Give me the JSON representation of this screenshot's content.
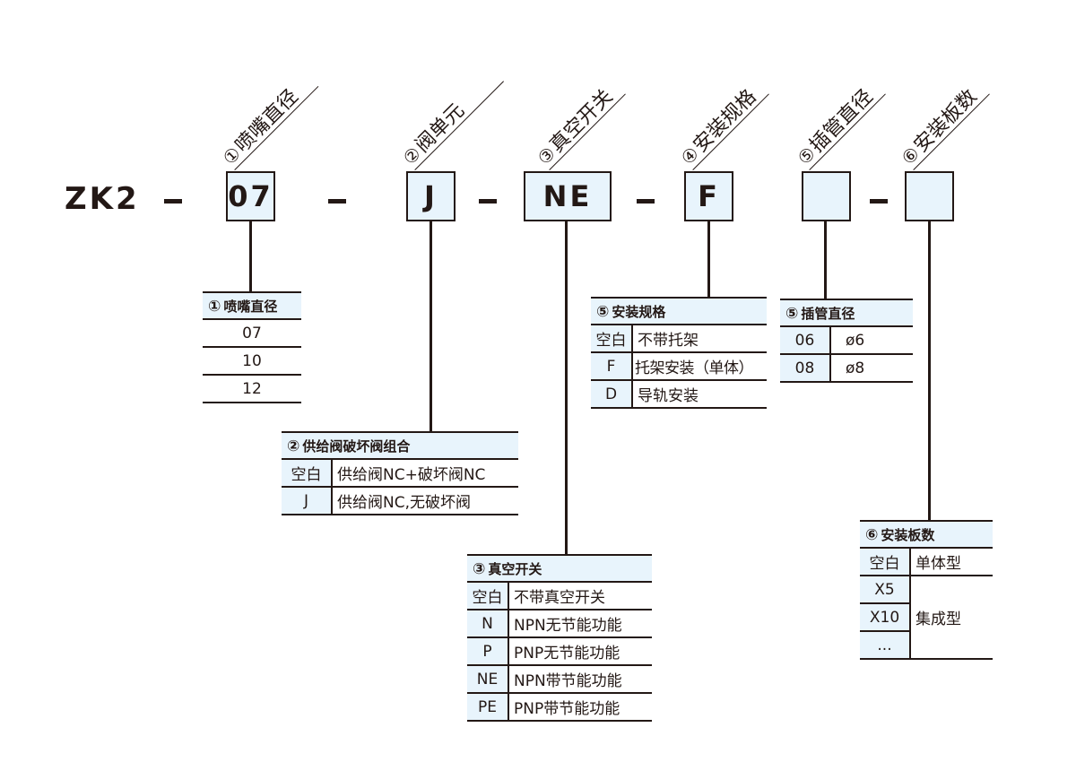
{
  "model": {
    "prefix": "ZK2",
    "separator": "-",
    "codes": [
      {
        "value": "07",
        "label_num": "①",
        "label": "喷嘴直径"
      },
      {
        "value": "J",
        "label_num": "②",
        "label": "阀单元"
      },
      {
        "value": "NE",
        "label_num": "③",
        "label": "真空开关"
      },
      {
        "value": "F",
        "label_num": "④",
        "label": "安装规格"
      },
      {
        "value": "",
        "label_num": "⑤",
        "label": "插管直径"
      },
      {
        "value": "",
        "label_num": "⑥",
        "label": "安装板数"
      }
    ]
  },
  "tables": {
    "nozzle": {
      "num": "①",
      "title": "喷嘴直径",
      "rows": [
        "07",
        "10",
        "12"
      ]
    },
    "valve": {
      "num": "②",
      "title": "供给阀破坏阀组合",
      "rows": [
        {
          "key": "空白",
          "desc": "供给阀NC+破坏阀NC"
        },
        {
          "key": "J",
          "desc": "供给阀NC,无破坏阀"
        }
      ]
    },
    "vacuum_switch": {
      "num": "③",
      "title": "真空开关",
      "rows": [
        {
          "key": "空白",
          "desc": "不带真空开关"
        },
        {
          "key": "N",
          "desc": "NPN无节能功能"
        },
        {
          "key": "P",
          "desc": "PNP无节能功能"
        },
        {
          "key": "NE",
          "desc": "NPN带节能功能"
        },
        {
          "key": "PE",
          "desc": "PNP带节能功能"
        }
      ]
    },
    "mounting": {
      "num": "⑤",
      "title": "安装规格",
      "rows": [
        {
          "key": "空白",
          "desc": "不带托架"
        },
        {
          "key": "F",
          "desc": "托架安装（单体）"
        },
        {
          "key": "D",
          "desc": "导轨安装"
        }
      ]
    },
    "tube": {
      "num": "⑤",
      "title": "插管直径",
      "rows": [
        {
          "key": "06",
          "desc": "ø6"
        },
        {
          "key": "08",
          "desc": "ø8"
        }
      ]
    },
    "plates": {
      "num": "⑥",
      "title": "安装板数",
      "rows": [
        {
          "key": "空白",
          "desc": "单体型"
        },
        {
          "key": "X5",
          "desc": "集成型"
        },
        {
          "key": "X10"
        },
        {
          "key": "..."
        }
      ]
    }
  },
  "colors": {
    "box_fill": "#e8f4fc",
    "ink": "#231815"
  }
}
